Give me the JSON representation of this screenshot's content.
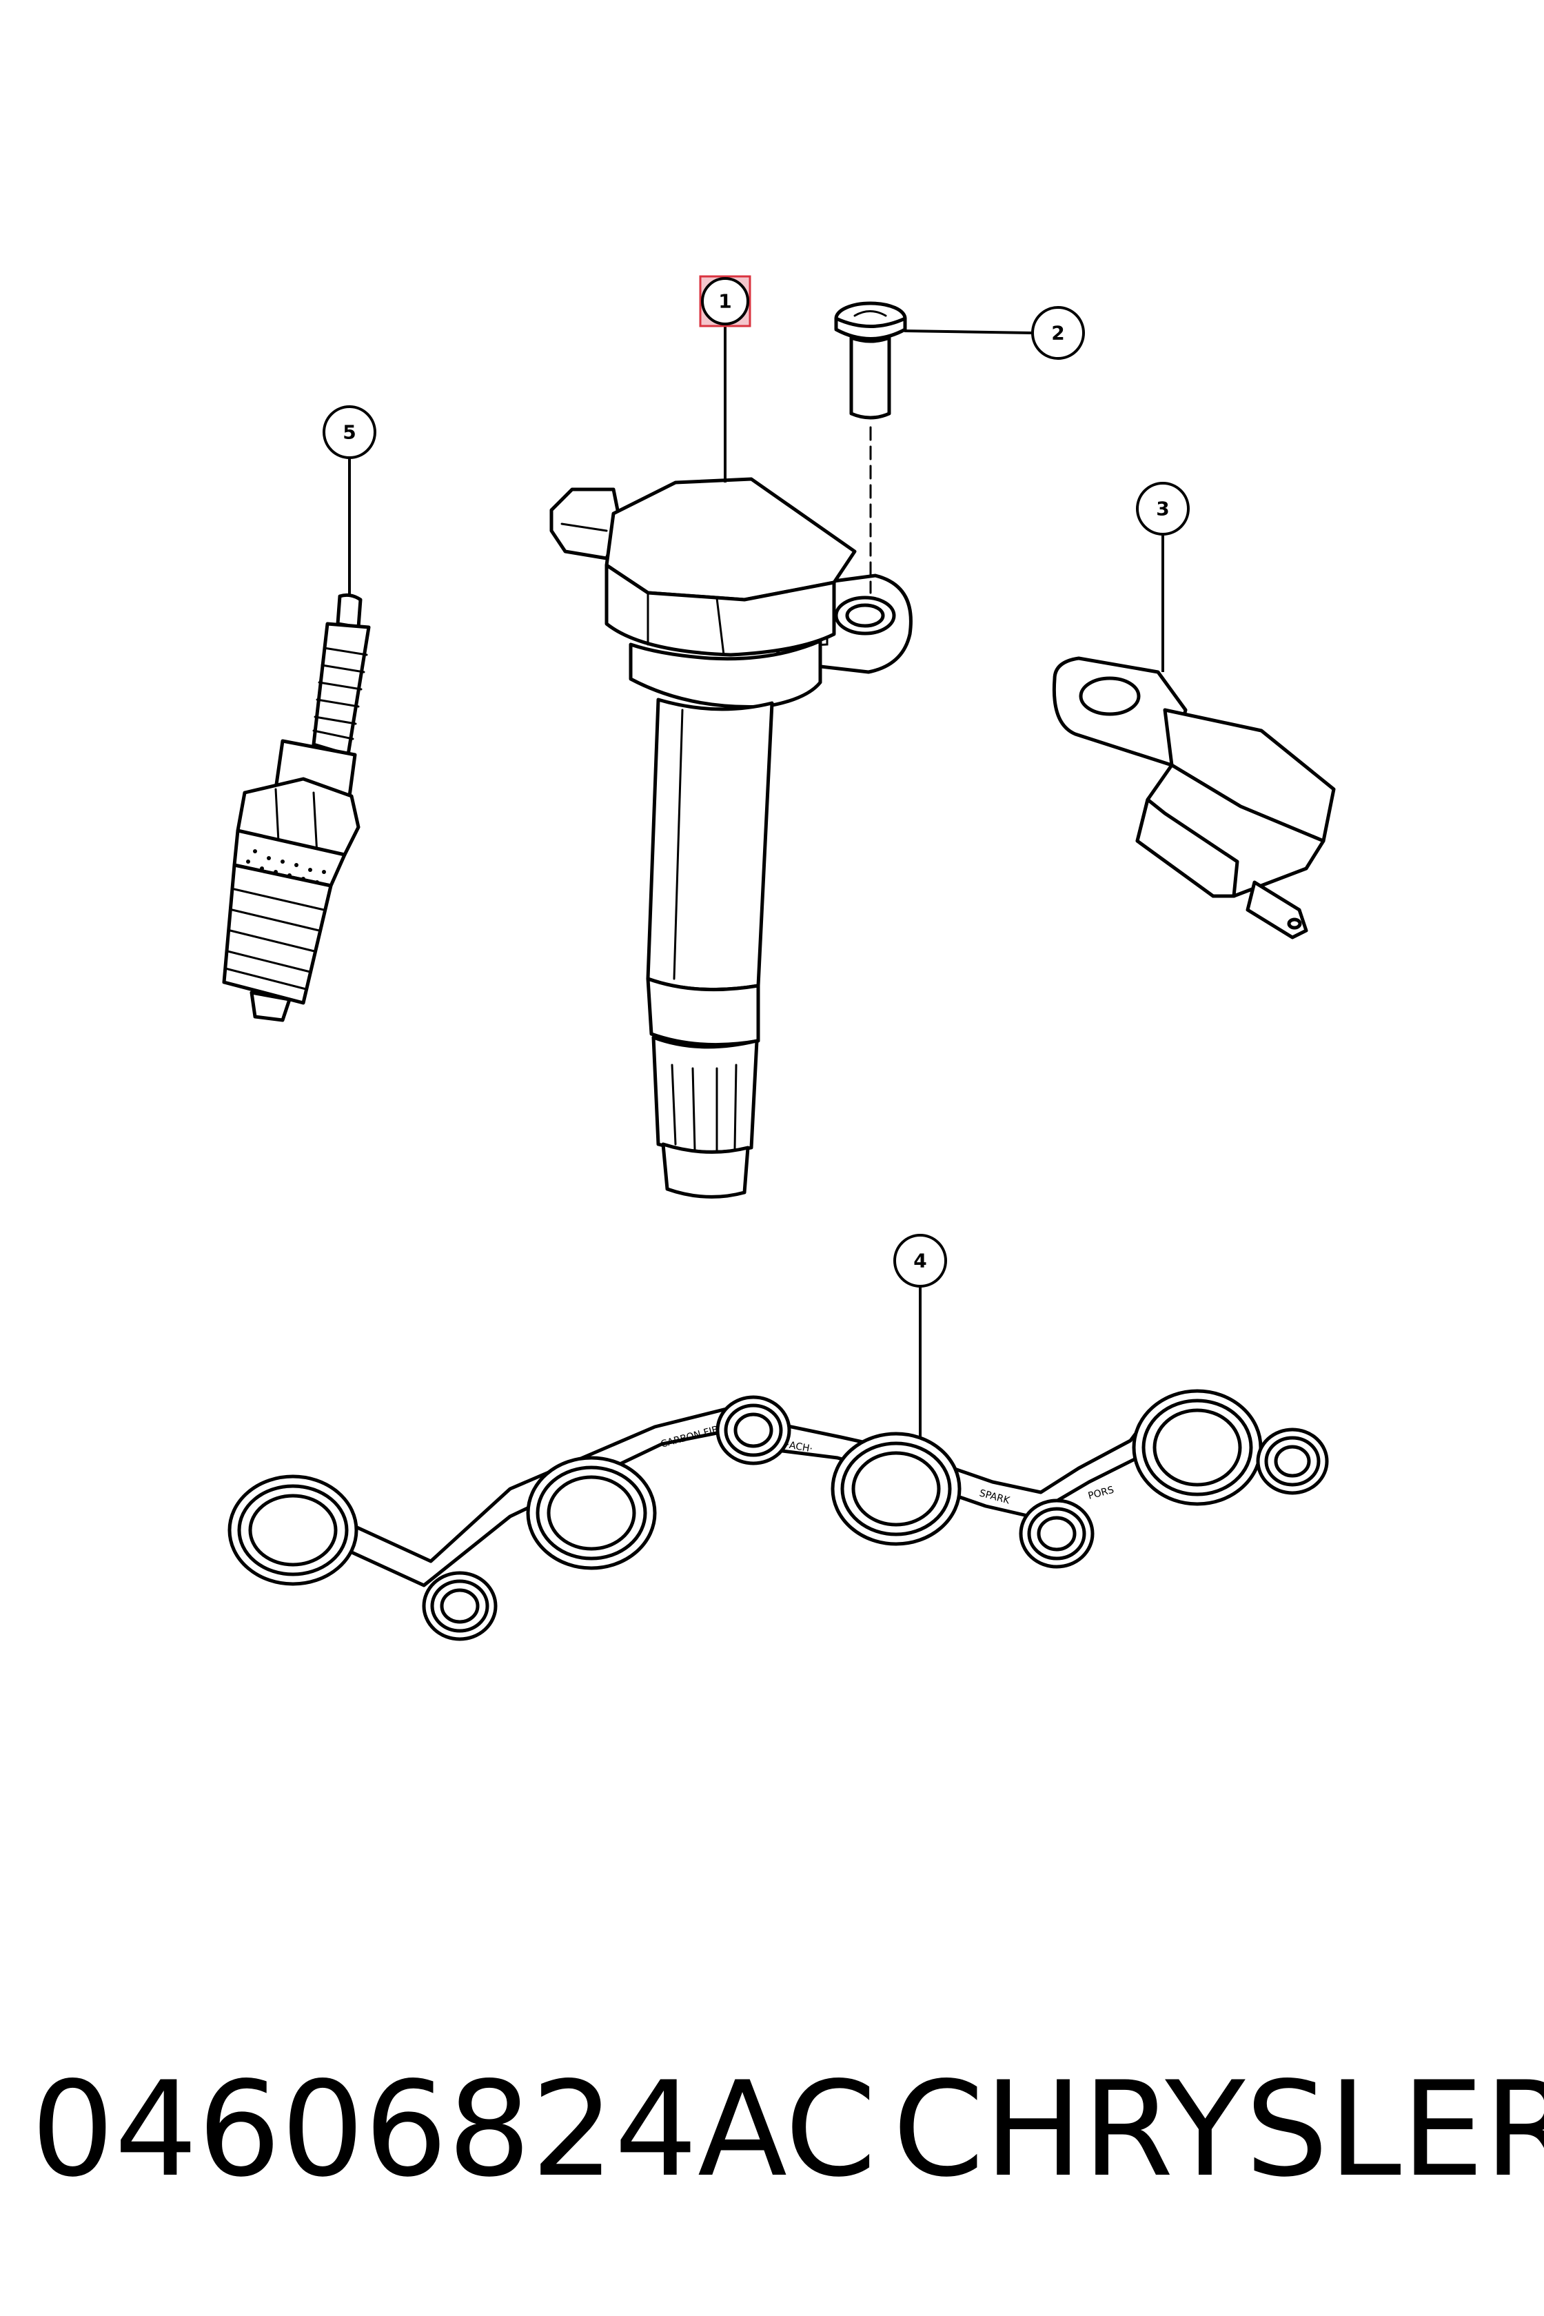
{
  "callouts": [
    {
      "number": "1",
      "highlighted": true
    },
    {
      "number": "2",
      "highlighted": false
    },
    {
      "number": "3",
      "highlighted": false
    },
    {
      "number": "4",
      "highlighted": false
    },
    {
      "number": "5",
      "highlighted": false
    }
  ],
  "caption": {
    "part_number": "04606824AC",
    "brand": "CHRYSLER"
  },
  "gasket_lettering": [
    "CARBON FIBER A",
    "·ACH·",
    "SPARK",
    "PORS"
  ],
  "colors": {
    "highlight_fill": "#f4c6cc",
    "highlight_border": "#d9333f",
    "line": "#000000",
    "background": "#ffffff"
  }
}
